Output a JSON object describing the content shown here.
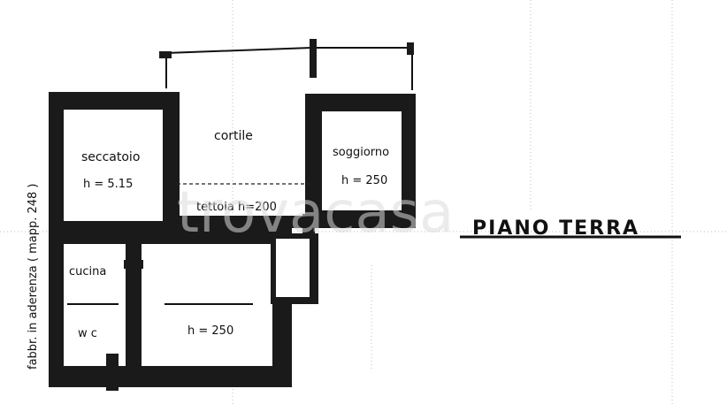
{
  "rooms": {
    "seccatoio": "seccatoio",
    "seccatoio_h": "h = 5.15",
    "cortile": "cortile",
    "soggiorno": "soggiorno",
    "soggiorno_h": "h = 250",
    "tettoia": "tettoia  h=200",
    "cucina": "cucina",
    "wc": "w c",
    "room_h": "h = 250"
  },
  "side_note": "fabbr. in aderenza ( mapp. 248 )",
  "floor_title": "PIANO TERRA",
  "watermark": "trovacasa",
  "colors": {
    "wall": "#1a1a1a",
    "guide": "#bdbdbd"
  }
}
